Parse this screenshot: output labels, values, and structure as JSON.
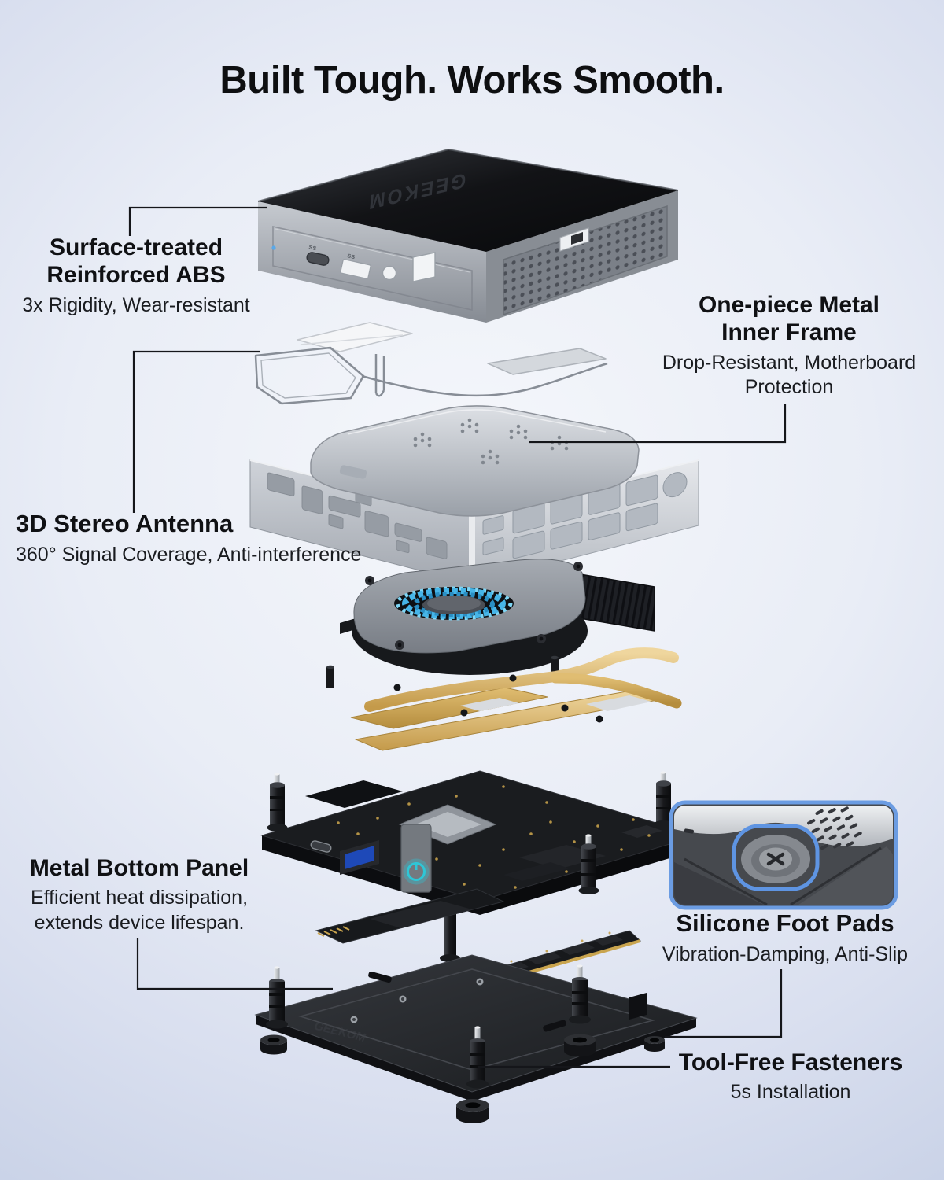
{
  "title": "Built Tough. Works Smooth.",
  "brand": "GEEKOM",
  "ports": {
    "usb_label": "ss"
  },
  "annotations": {
    "abs": {
      "title": "Surface-treated\nReinforced ABS",
      "subtitle": "3x Rigidity, Wear-resistant"
    },
    "inner_frame": {
      "title": "One-piece Metal\nInner Frame",
      "subtitle": "Drop-Resistant, Motherboard\nProtection"
    },
    "antenna": {
      "title": "3D Stereo Antenna",
      "subtitle": "360° Signal Coverage, Anti-interference"
    },
    "bottom_panel": {
      "title": "Metal Bottom Panel",
      "subtitle": "Efficient heat dissipation,\nextends device lifespan."
    },
    "foot_pads": {
      "title": "Silicone Foot Pads",
      "subtitle": "Vibration-Damping, Anti-Slip"
    },
    "fasteners": {
      "title": "Tool-Free Fasteners",
      "subtitle": "5s Installation"
    }
  },
  "colors": {
    "accent_blue": "#4d87dd",
    "background_edge": "#c9d2e7",
    "background_center": "#f5f7fb",
    "callout_line": "#15161a",
    "inset_border": "#6b9ce2",
    "fan_blade_blue": "#46b5e8",
    "heatpipe_gold": "#d4ab5e",
    "power_led_teal": "#2fc6d6"
  }
}
